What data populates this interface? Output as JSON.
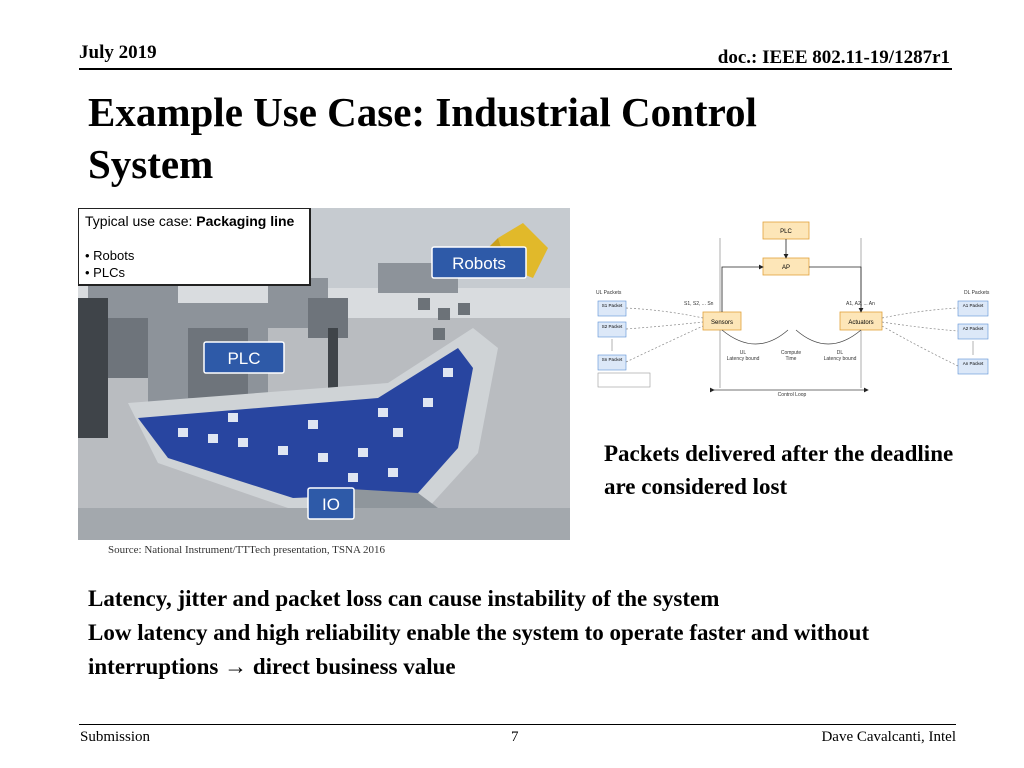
{
  "header": {
    "date": "July 2019",
    "doc": "doc.: IEEE 802.11-19/1287r1"
  },
  "title": "Example Use Case: Industrial Control System",
  "photo": {
    "callout_prefix": "Typical use case: ",
    "callout_bold": "Packaging line",
    "callout_items": [
      "Robots",
      "PLCs"
    ],
    "labels": {
      "robots": "Robots",
      "plc": "PLC",
      "io": "IO"
    },
    "label_color": "#2e5aa8"
  },
  "source": "Source: National Instrument/TTTech presentation, TSNA 2016",
  "diagram": {
    "plc": "PLC",
    "ap": "AP",
    "sensors": "Sensors",
    "actuators": "Actuators",
    "ul_packets": "UL Packets",
    "dl_packets": "DL Packets",
    "s_packets": [
      "S1 Packet",
      "S2 Packet",
      "Sn Packet"
    ],
    "a_packets": [
      "A1 Packet",
      "A2 Packet",
      "An Packet"
    ],
    "s_series": "S1, S2, ... Sn",
    "a_series": "A1, A2, ... An",
    "ul_latency": [
      "UL",
      "Latency bound"
    ],
    "compute": [
      "Compute",
      "Time"
    ],
    "dl_latency": [
      "DL",
      "Latency bound"
    ],
    "control_loop": "Control Loop"
  },
  "packets_note": "Packets delivered after the deadline are considered lost",
  "body": [
    "Latency, jitter and packet loss can cause instability of the system",
    "Low latency and high reliability enable the system to operate faster and without interruptions → direct business value"
  ],
  "footer": {
    "left": "Submission",
    "page": "7",
    "right": "Dave Cavalcanti, Intel"
  }
}
